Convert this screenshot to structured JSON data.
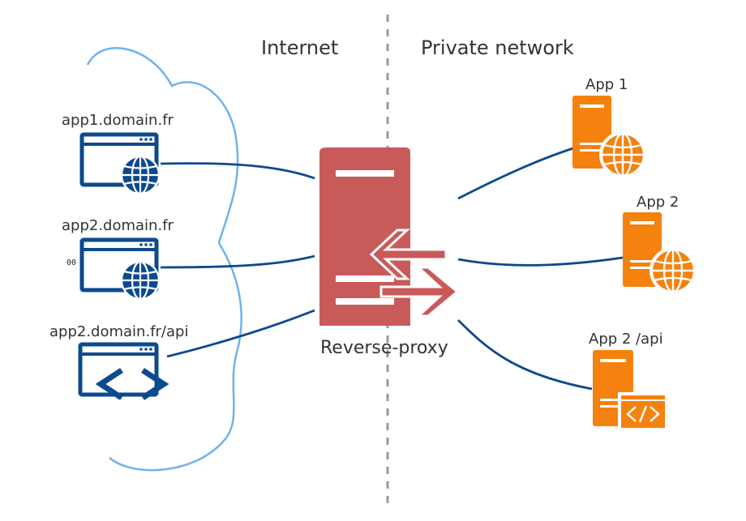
{
  "zones": {
    "internet": "Internet",
    "private": "Private network"
  },
  "clients": [
    {
      "label": "app1.domain.fr",
      "icon": "browser-globe-icon"
    },
    {
      "label": "app2.domain.fr",
      "icon": "browser-globe-icon",
      "badge": "00"
    },
    {
      "label": "app2.domain.fr/api",
      "icon": "browser-code-icon"
    }
  ],
  "proxy": {
    "label": "Reverse-proxy",
    "icon": "reverse-proxy-server-icon"
  },
  "servers": [
    {
      "label": "App 1",
      "icon": "server-globe-icon"
    },
    {
      "label": "App 2",
      "icon": "server-globe-icon"
    },
    {
      "label": "App 2 /api",
      "icon": "server-code-icon"
    }
  ],
  "colors": {
    "client": "#0b4a8f",
    "cloud": "#6db3ee",
    "proxy": "#c95a5a",
    "server": "#f5820e",
    "link": "#0b4a8f",
    "divider": "#999999"
  }
}
